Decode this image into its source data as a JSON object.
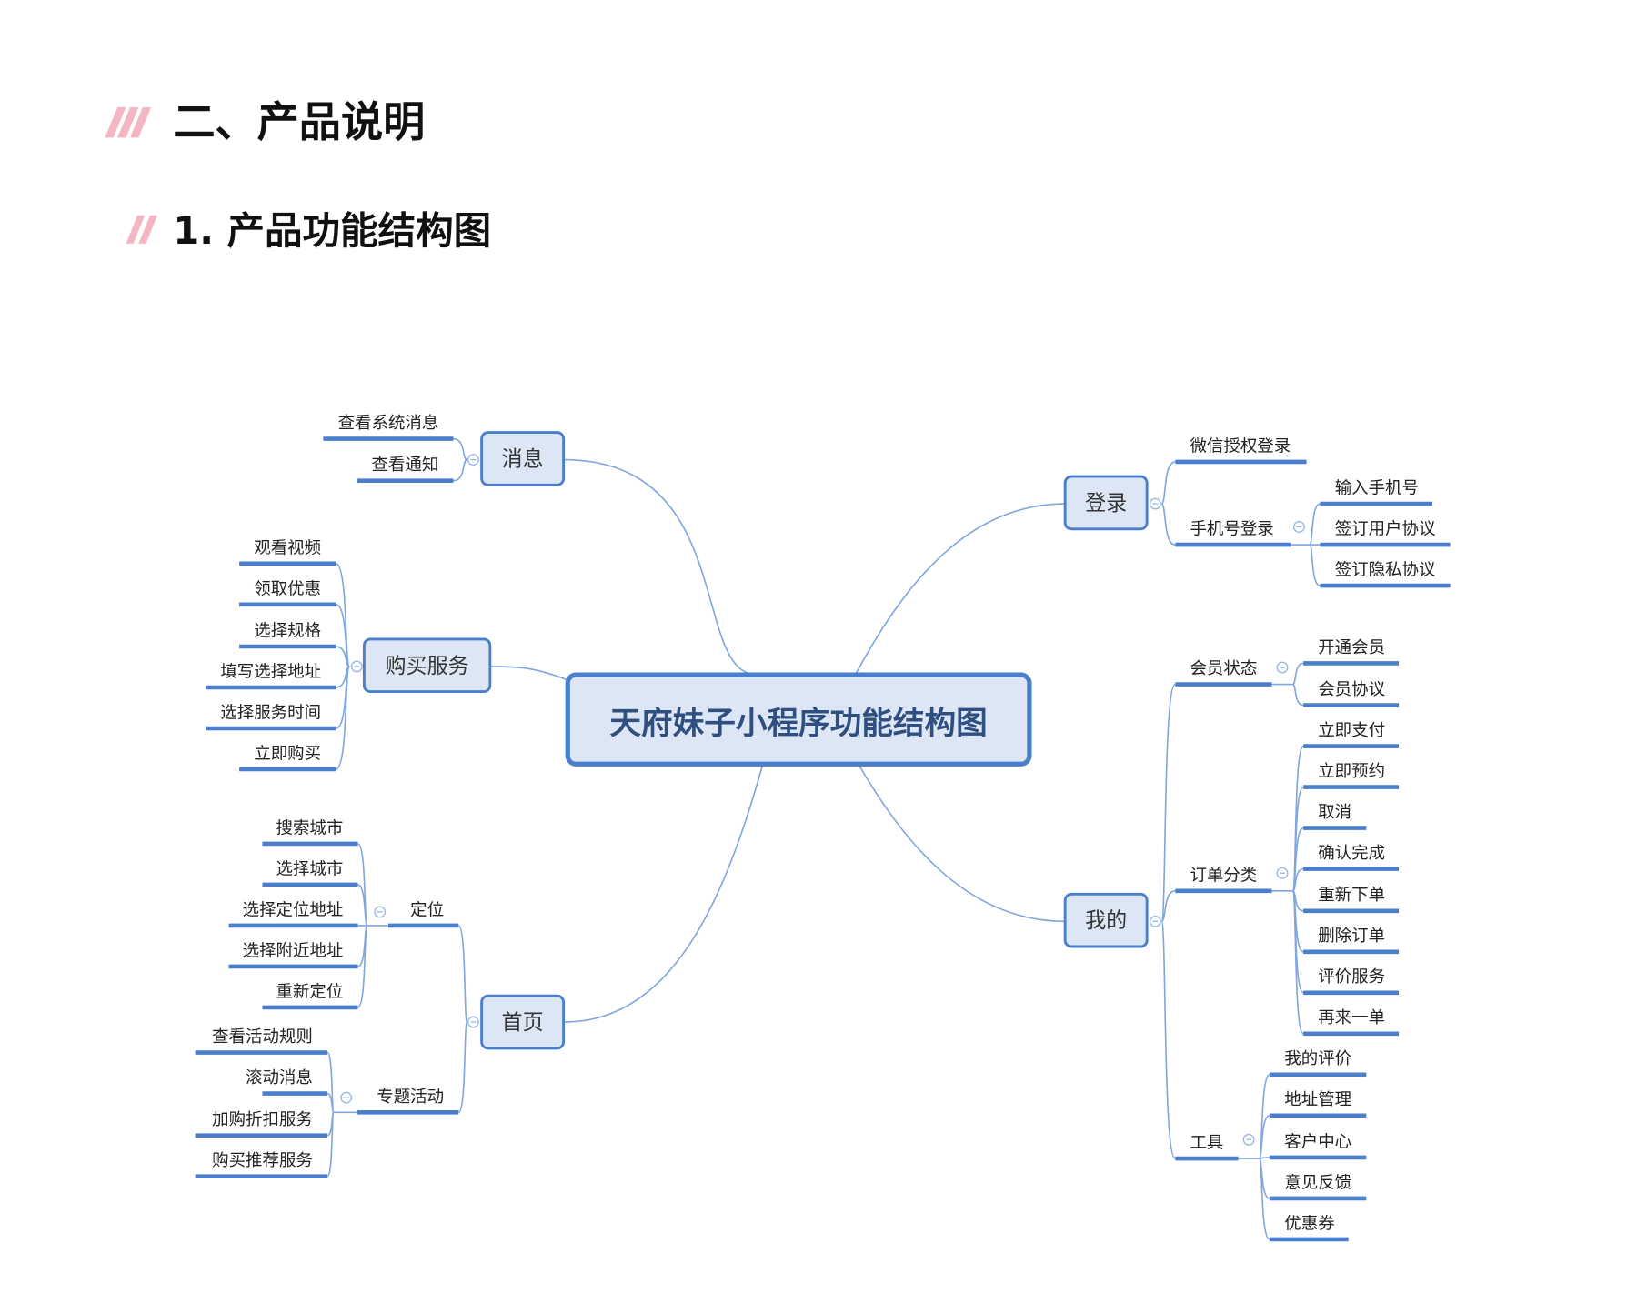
{
  "section_title": "二、产品说明",
  "subsection_title": "1. 产品功能结构图",
  "colors": {
    "accent": "#4a7fcc",
    "node_fill": "#dce6f4",
    "slash": "#f4b6c2"
  },
  "mindmap": {
    "root": "天府妹子小程序功能结构图",
    "branches": [
      {
        "label": "消息",
        "children": [
          {
            "label": "查看系统消息"
          },
          {
            "label": "查看通知"
          }
        ]
      },
      {
        "label": "购买服务",
        "children": [
          {
            "label": "观看视频"
          },
          {
            "label": "领取优惠"
          },
          {
            "label": "选择规格"
          },
          {
            "label": "填写选择地址"
          },
          {
            "label": "选择服务时间"
          },
          {
            "label": "立即购买"
          }
        ]
      },
      {
        "label": "首页",
        "children": [
          {
            "label": "定位",
            "children": [
              {
                "label": "搜索城市"
              },
              {
                "label": "选择城市"
              },
              {
                "label": "选择定位地址"
              },
              {
                "label": "选择附近地址"
              },
              {
                "label": "重新定位"
              }
            ]
          },
          {
            "label": "专题活动",
            "children": [
              {
                "label": "查看活动规则"
              },
              {
                "label": "滚动消息"
              },
              {
                "label": "加购折扣服务"
              },
              {
                "label": "购买推荐服务"
              }
            ]
          }
        ]
      },
      {
        "label": "登录",
        "children": [
          {
            "label": "微信授权登录"
          },
          {
            "label": "手机号登录",
            "children": [
              {
                "label": "输入手机号"
              },
              {
                "label": "签订用户协议"
              },
              {
                "label": "签订隐私协议"
              }
            ]
          }
        ]
      },
      {
        "label": "我的",
        "children": [
          {
            "label": "会员状态",
            "children": [
              {
                "label": "开通会员"
              },
              {
                "label": "会员协议"
              }
            ]
          },
          {
            "label": "订单分类",
            "children": [
              {
                "label": "立即支付"
              },
              {
                "label": "立即预约"
              },
              {
                "label": "取消"
              },
              {
                "label": "确认完成"
              },
              {
                "label": "重新下单"
              },
              {
                "label": "删除订单"
              },
              {
                "label": "评价服务"
              },
              {
                "label": "再来一单"
              }
            ]
          },
          {
            "label": "工具",
            "children": [
              {
                "label": "我的评价"
              },
              {
                "label": "地址管理"
              },
              {
                "label": "客户中心"
              },
              {
                "label": "意见反馈"
              },
              {
                "label": "优惠券"
              }
            ]
          }
        ]
      }
    ]
  }
}
